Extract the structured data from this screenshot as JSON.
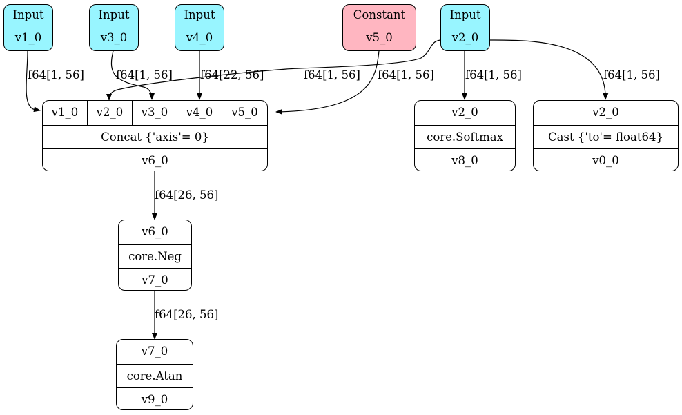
{
  "inputs": [
    {
      "type": "Input",
      "name": "v1_0"
    },
    {
      "type": "Input",
      "name": "v3_0"
    },
    {
      "type": "Input",
      "name": "v4_0"
    },
    {
      "type": "Constant",
      "name": "v5_0"
    },
    {
      "type": "Input",
      "name": "v2_0"
    }
  ],
  "concat": {
    "ports": [
      "v1_0",
      "v2_0",
      "v3_0",
      "v4_0",
      "v5_0"
    ],
    "op": "Concat {'axis'= 0}",
    "output": "v6_0"
  },
  "softmax": {
    "input": "v2_0",
    "op": "core.Softmax",
    "output": "v8_0"
  },
  "cast": {
    "input": "v2_0",
    "op": "Cast {'to'= float64}",
    "output": "v0_0"
  },
  "neg": {
    "input": "v6_0",
    "op": "core.Neg",
    "output": "v7_0"
  },
  "atan": {
    "input": "v7_0",
    "op": "core.Atan",
    "output": "v9_0"
  },
  "edge_labels": {
    "v1_concat": "f64[1, 56]",
    "v3_concat": "f64[1, 56]",
    "v4_concat": "f64[22, 56]",
    "v2_concat": "f64[1, 56]",
    "v5_concat": "f64[1, 56]",
    "v2_softmax": "f64[1, 56]",
    "v2_cast": "f64[1, 56]",
    "concat_neg": "f64[26, 56]",
    "neg_atan": "f64[26, 56]"
  },
  "colors": {
    "input_fill": "#98f5ff",
    "constant_fill": "#ffb6c1",
    "stroke": "#000000"
  }
}
